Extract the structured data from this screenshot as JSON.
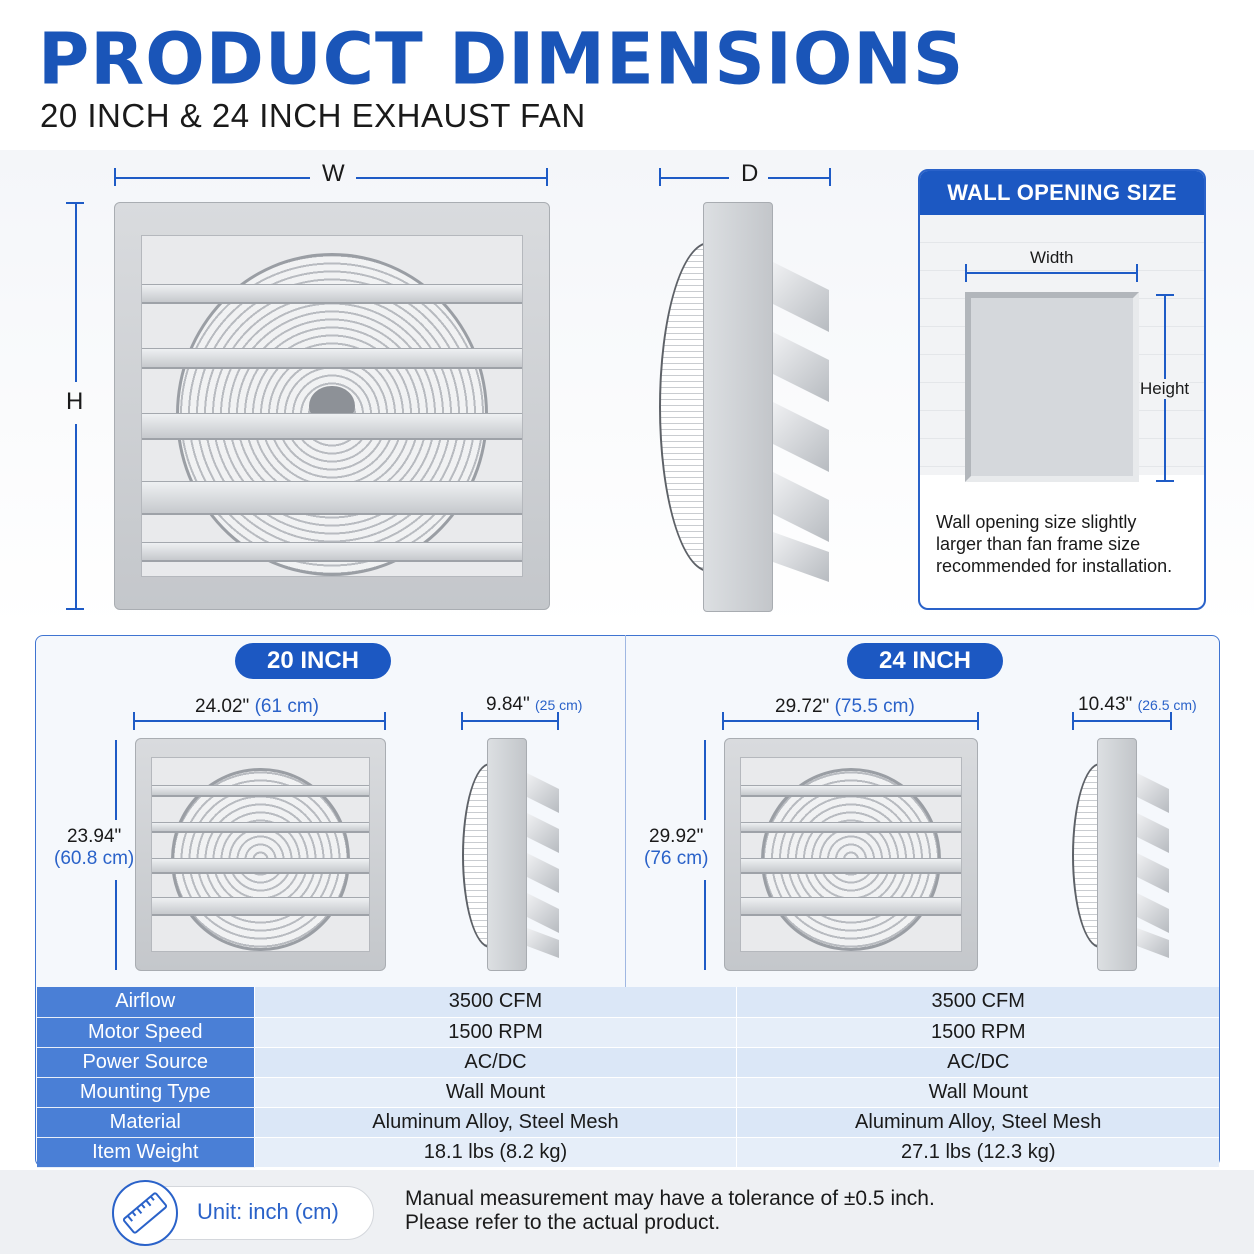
{
  "header": {
    "title": "PRODUCT DIMENSIONS",
    "subtitle": "20 INCH & 24 INCH EXHAUST FAN"
  },
  "overview": {
    "width_letter": "W",
    "height_letter": "H",
    "depth_letter": "D"
  },
  "wall_opening": {
    "title": "WALL OPENING SIZE",
    "width_label": "Width",
    "height_label": "Height",
    "note_line1": "Wall opening size slightly",
    "note_line2": "larger than fan frame size",
    "note_line3": "recommended for installation."
  },
  "models": [
    {
      "name": "20 INCH",
      "width_in": "24.02\"",
      "width_cm": "(61 cm)",
      "height_in": "23.94\"",
      "height_cm": "(60.8 cm)",
      "depth_in": "9.84\"",
      "depth_cm": "(25 cm)"
    },
    {
      "name": "24 INCH",
      "width_in": "29.72\"",
      "width_cm": "(75.5 cm)",
      "height_in": "29.92\"",
      "height_cm": "(76 cm)",
      "depth_in": "10.43\"",
      "depth_cm": "(26.5 cm)"
    }
  ],
  "specs": [
    {
      "label": "Airflow",
      "v20": "3500 CFM",
      "v24": "3500 CFM"
    },
    {
      "label": "Motor Speed",
      "v20": "1500 RPM",
      "v24": "1500 RPM"
    },
    {
      "label": "Power Source",
      "v20": "AC/DC",
      "v24": "AC/DC"
    },
    {
      "label": "Mounting Type",
      "v20": "Wall Mount",
      "v24": "Wall Mount"
    },
    {
      "label": "Material",
      "v20": "Aluminum Alloy, Steel Mesh",
      "v24": "Aluminum Alloy, Steel Mesh"
    },
    {
      "label": "Item Weight",
      "v20": "18.1 lbs (8.2 kg)",
      "v24": "27.1 lbs (12.3 kg)"
    }
  ],
  "footer": {
    "unit_label": "Unit: inch (cm)",
    "note_line1": "Manual measurement may have a tolerance of ±0.5 inch.",
    "note_line2": "Please refer to the actual product.",
    "icon": "ruler-icon"
  },
  "colors": {
    "brand_blue": "#1c58c2",
    "table_key_blue": "#4a7fd6",
    "table_value_blue": "#dbe7f7"
  }
}
